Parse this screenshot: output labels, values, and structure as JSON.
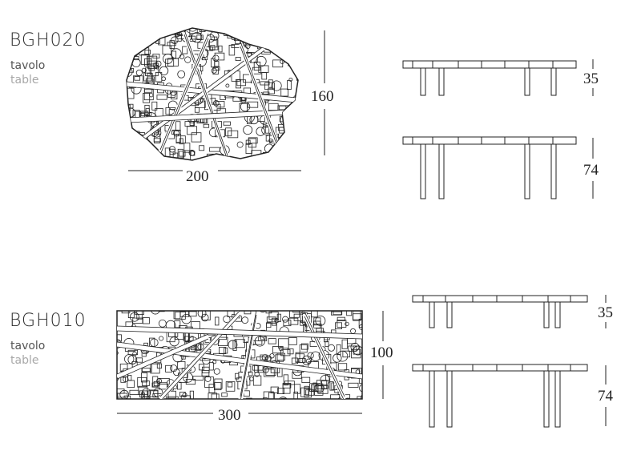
{
  "products": [
    {
      "code": "BGH020",
      "label_it": "tavolo",
      "label_en": "table",
      "width": "200",
      "depth": "160",
      "height_low": "35",
      "height_high": "74"
    },
    {
      "code": "BGH010",
      "label_it": "tavolo",
      "label_en": "table",
      "width": "300",
      "depth": "100",
      "height_low": "35",
      "height_high": "74"
    }
  ],
  "colors": {
    "line": "#222222",
    "label": "#555555",
    "label_secondary": "#a8a8a8"
  }
}
